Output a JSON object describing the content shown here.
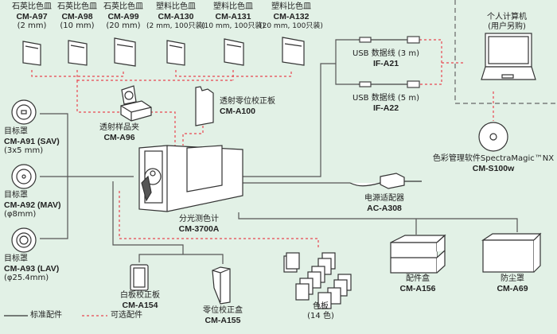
{
  "cuvettes": [
    {
      "name": "石英比色皿",
      "code": "CM-A97",
      "spec": "(2 mm)"
    },
    {
      "name": "石英比色皿",
      "code": "CM-A98",
      "spec": "(10 mm)"
    },
    {
      "name": "石英比色皿",
      "code": "CM-A99",
      "spec": "(20 mm)"
    },
    {
      "name": "塑料比色皿",
      "code": "CM-A130",
      "spec": "(2 mm, 100只装)"
    },
    {
      "name": "塑料比色皿",
      "code": "CM-A131",
      "spec": "(10 mm, 100只装)"
    },
    {
      "name": "塑料比色皿",
      "code": "CM-A132",
      "spec": "(20 mm, 100只装)"
    }
  ],
  "holder": {
    "name": "透射样品夹",
    "code": "CM-A96"
  },
  "zero_plate": {
    "name": "透射零位校正板",
    "code": "CM-A100"
  },
  "targets": [
    {
      "name": "目标罩",
      "code": "CM-A91 (SAV)",
      "spec": "(3x5 mm)"
    },
    {
      "name": "目标罩",
      "code": "CM-A92 (MAV)",
      "spec": "(φ8mm)"
    },
    {
      "name": "目标罩",
      "code": "CM-A93 (LAV)",
      "spec": "(φ25.4mm)"
    }
  ],
  "instrument": {
    "name": "分光测色计",
    "code": "CM-3700A"
  },
  "usb": [
    {
      "name": "USB 数据线 (3 m)",
      "code": "IF-A21"
    },
    {
      "name": "USB 数据线 (5 m)",
      "code": "IF-A22"
    }
  ],
  "pc": {
    "name": "个人计算机",
    "note": "(用户另购)"
  },
  "software": {
    "name": "色彩管理软件SpectraMagic™NX",
    "code": "CM-S100w"
  },
  "adapter": {
    "name": "电源适配器",
    "code": "AC-A308"
  },
  "white_plate": {
    "name": "白板校正板",
    "code": "CM-A154"
  },
  "zero_box": {
    "name": "零位校正盒",
    "code": "CM-A155"
  },
  "tiles": {
    "name": "色板",
    "spec": "(14 色)"
  },
  "case": {
    "name": "配件盒",
    "code": "CM-A156"
  },
  "dust_cover": {
    "name": "防尘罩",
    "code": "CM-A69"
  },
  "legend": {
    "standard": "标准配件",
    "optional": "可选配件"
  },
  "colors": {
    "background": "#e2f1e6",
    "standard_line": "#555555",
    "optional_line": "#e8474f",
    "pc_box": "#666666"
  }
}
